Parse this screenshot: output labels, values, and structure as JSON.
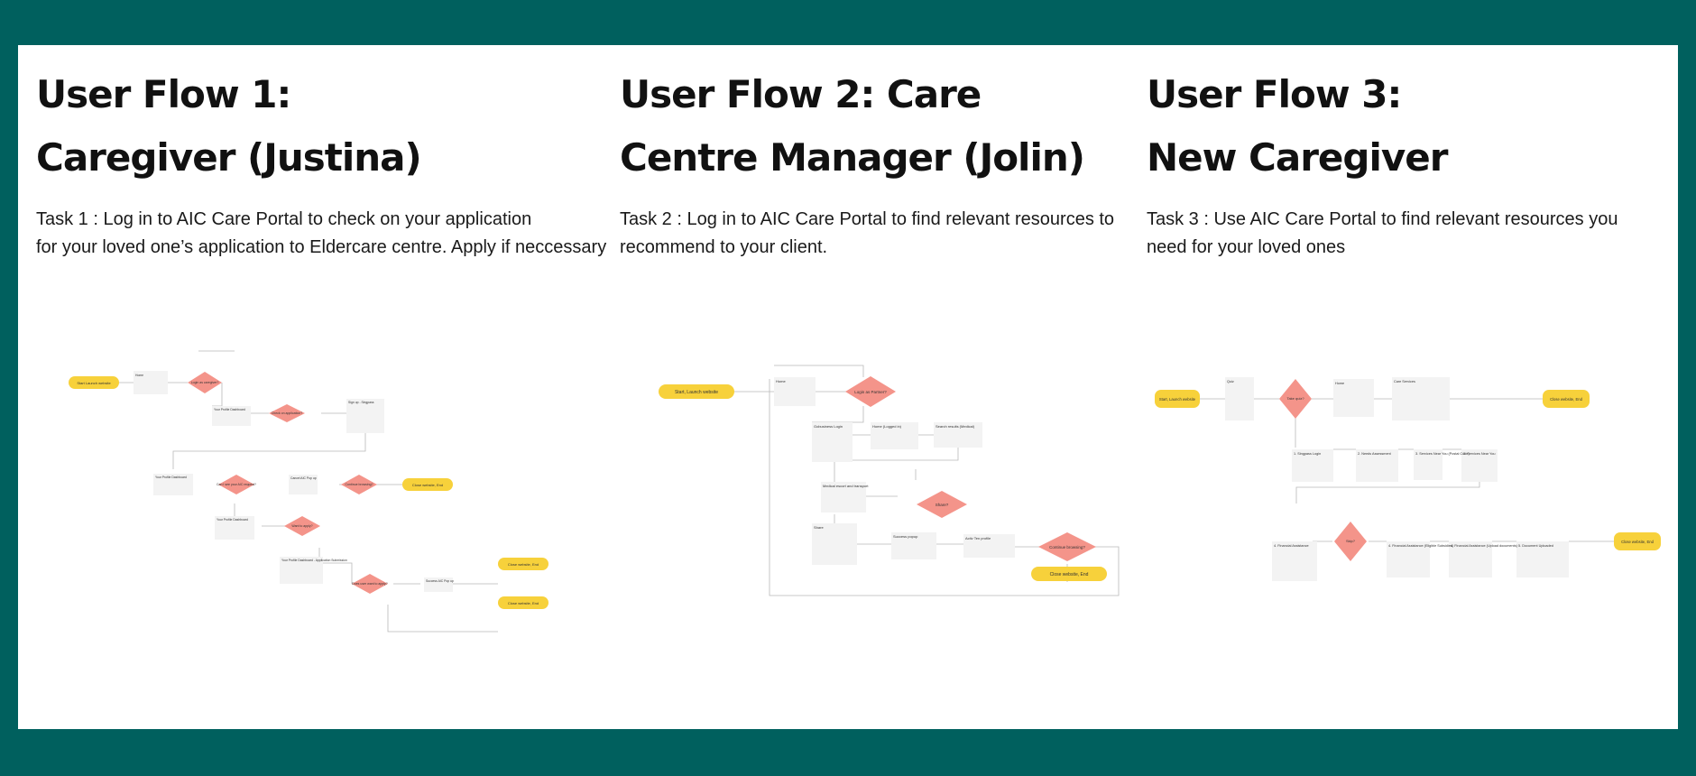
{
  "flows": [
    {
      "title_line1": "User Flow 1:",
      "title_line2": "Caregiver (Justina)",
      "task_line1": "Task 1 : Log in to AIC Care Portal to check on your application",
      "task_line2": "for your loved one’s application to Eldercare centre. Apply if neccessary",
      "diagram": {
        "start": "Start Launch website",
        "nodes": [
          "Home",
          "Your Profile Dashboard",
          "Sign up - Singpass",
          "Your Profile Dashboard",
          "Cancel AIC Pop up",
          "Your Profile Dashboard",
          "Your Profile Dashboard - Application Submission",
          "Success AIC Pop up"
        ],
        "decisions": [
          "Login as caregiver?",
          "Check on application?",
          "Can I see your AIC request?",
          "Continue browsing?",
          "Want to apply?",
          "Does user want to apply?"
        ],
        "ends": [
          "Close website, End",
          "Close website, End",
          "Close website, End"
        ]
      }
    },
    {
      "title_line1": "User Flow 2: Care",
      "title_line2": "Centre Manager (Jolin)",
      "task_line1": "Task 2 : Log in to AIC Care Portal to find relevant resources to",
      "task_line2": "recommend to your client.",
      "diagram": {
        "start": "Start, Launch website",
        "nodes": [
          "Home",
          "Gobusiness Login",
          "Home (Logged in)",
          "Search results (Medical)",
          "Medical escort and transport",
          "Share",
          "Success popup",
          "Activ Ten profile"
        ],
        "decisions": [
          "Login as Partner?",
          "Share?",
          "Continue browsing?"
        ],
        "ends": [
          "Close website, End"
        ]
      }
    },
    {
      "title_line1": "User Flow 3:",
      "title_line2": "New Caregiver",
      "task_line1": "Task 3 : Use AIC Care Portal to find relevant resources you",
      "task_line2": "need for your loved ones",
      "diagram": {
        "start": "Start, Launch website",
        "nodes": [
          "Quiz",
          "Home",
          "Care Services",
          "1. Singpass Login",
          "2. Needs Assessment",
          "3. Services Near You (Postal Code)",
          "3. Services Near You",
          "4. Financial Assistance",
          "4. Financial Assistance (Eligible Subsidies)",
          "4. Financial Assistance (Upload documents)",
          "5. Document Uploaded"
        ],
        "decisions": [
          "Take quiz?",
          "Skip?"
        ],
        "ends": [
          "Close website, End",
          "Close website, End"
        ]
      }
    }
  ],
  "colors": {
    "frame": "#00605e",
    "panel": "#ffffff",
    "terminal": "#f7d13b",
    "decision": "#f4948a",
    "process": "#f1f1f1"
  }
}
